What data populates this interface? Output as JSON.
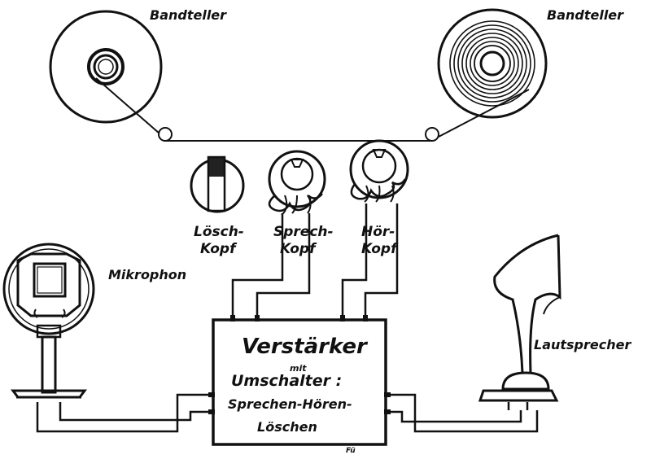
{
  "labels": {
    "reel_left": "Bandteller",
    "reel_right": "Bandteller",
    "erase_head_1": "Lösch-",
    "erase_head_2": "Kopf",
    "record_head_1": "Sprech-",
    "record_head_2": "Kopf",
    "play_head_1": "Hör-",
    "play_head_2": "Kopf",
    "microphone": "Mikrophon",
    "loudspeaker": "Lautsprecher",
    "amp_line1": "Verstärker",
    "amp_line2": "mit",
    "amp_line3": "Umschalter :",
    "amp_line4": "Sprechen-Hören-",
    "amp_line5": "Löschen",
    "signature": "Fü"
  },
  "colors": {
    "ink": "#111111",
    "paper": "#ffffff"
  }
}
